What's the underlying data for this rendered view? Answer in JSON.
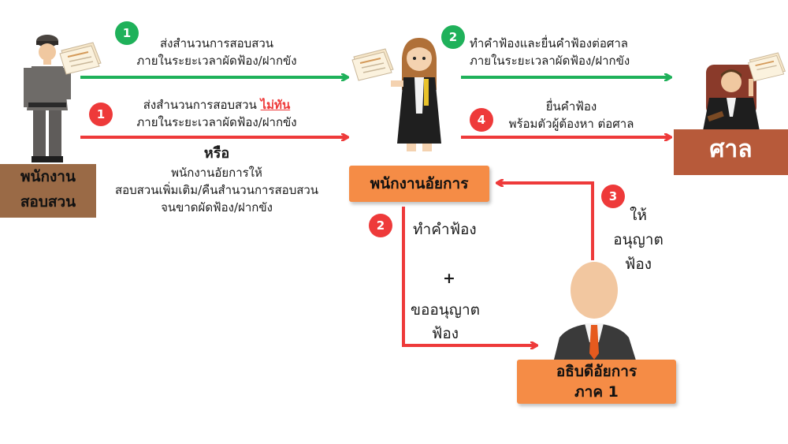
{
  "colors": {
    "green": "#1fb15a",
    "red": "#ee3a3a",
    "orange": "#f58c46",
    "brown": "#9a6a46",
    "court": "#b75a3a"
  },
  "nodes": {
    "investigator": {
      "line1": "พนักงาน",
      "line2": "สอบสวน"
    },
    "prosecutor": {
      "label": "พนักงานอัยการ"
    },
    "court": {
      "label": "ศาล"
    },
    "director": {
      "line1": "อธิบดีอัยการ",
      "line2": "ภาค 1"
    }
  },
  "steps": {
    "s1_green": {
      "num": "1",
      "line1": "ส่งสำนวนการสอบสวน",
      "line2": "ภายในระยะเวลาผัดฟ้อง/ฝากขัง"
    },
    "s1_red": {
      "num": "1",
      "line1_a": "ส่งสำนวนการสอบสวน ",
      "line1_b": "ไม่ทัน",
      "line2": "ภายในระยะเวลาผัดฟ้อง/ฝากขัง"
    },
    "or_block": {
      "or": "หรือ",
      "line1": "พนักงานอัยการให้",
      "line2": "สอบสวนเพิ่มเติม/คืนสำนวนการสอบสวน",
      "line3": "จนขาดผัดฟ้อง/ฝากขัง"
    },
    "s2_green": {
      "num": "2",
      "line1": "ทำคำฟ้องและยื่นคำฟ้องต่อศาล",
      "line2": "ภายในระยะเวลาผัดฟ้อง/ฝากขัง"
    },
    "s4_red": {
      "num": "4",
      "line1": "ยื่นคำฟ้อง",
      "line2": "พร้อมตัวผู้ต้องหา ต่อศาล"
    },
    "s2_red": {
      "num": "2",
      "line1": "ทำคำฟ้อง",
      "plus": "+",
      "line2": "ขออนุญาต",
      "line3": "ฟ้อง"
    },
    "s3_red": {
      "num": "3",
      "line1": "ให้",
      "line2": "อนุญาต",
      "line3": "ฟ้อง"
    }
  },
  "icons": [
    "police-officer-icon",
    "prosecutor-icon",
    "judge-icon",
    "director-icon",
    "document-stack-icon"
  ]
}
